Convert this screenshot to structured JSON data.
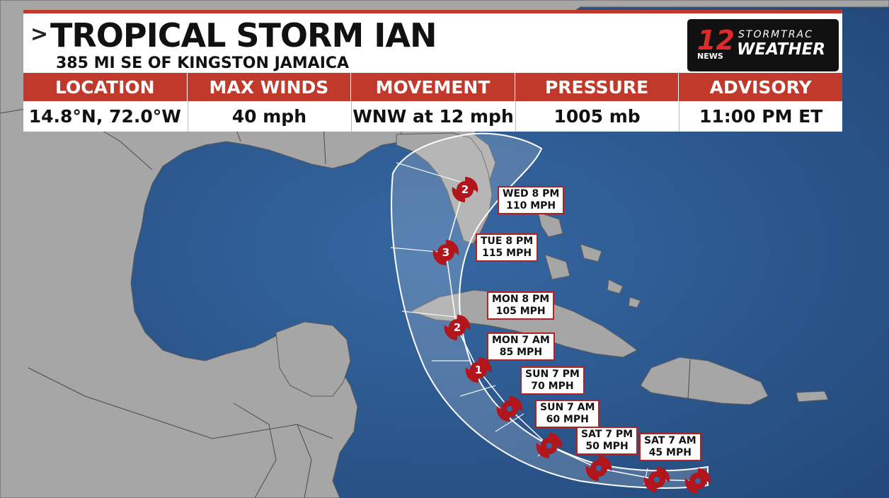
{
  "header": {
    "chevron": ">",
    "title": "TROPICAL STORM IAN",
    "subtitle": "385 MI SE OF KINGSTON JAMAICA"
  },
  "logo": {
    "number": "12",
    "news": "NEWS",
    "line1": "STORMTRAC",
    "line2": "WEATHER",
    "color": "#e02a2a"
  },
  "info": [
    {
      "label": "LOCATION",
      "value": "14.8°N, 72.0°W"
    },
    {
      "label": "MAX WINDS",
      "value": "40 mph"
    },
    {
      "label": "MOVEMENT",
      "value": "WNW at 12 mph"
    },
    {
      "label": "PRESSURE",
      "value": "1005 mb"
    },
    {
      "label": "ADVISORY",
      "value": "11:00 PM ET"
    }
  ],
  "forecast": [
    {
      "time": "WED 8 PM",
      "wind": "110 MPH",
      "category": "2"
    },
    {
      "time": "TUE 8 PM",
      "wind": "115 MPH",
      "category": "3"
    },
    {
      "time": "MON 8 PM",
      "wind": "105 MPH",
      "category": "2"
    },
    {
      "time": "MON 7 AM",
      "wind": "85 MPH",
      "category": "1"
    },
    {
      "time": "SUN 7 PM",
      "wind": "70 MPH",
      "category": ""
    },
    {
      "time": "SUN 7 AM",
      "wind": "60 MPH",
      "category": ""
    },
    {
      "time": "SAT 7 PM",
      "wind": "50 MPH",
      "category": ""
    },
    {
      "time": "SAT 7 AM",
      "wind": "45 MPH",
      "category": ""
    }
  ],
  "colors": {
    "accent": "#c0392b",
    "ocean": "#2f5d93",
    "land": "#a9a9a9",
    "storm": "#b0161b"
  }
}
